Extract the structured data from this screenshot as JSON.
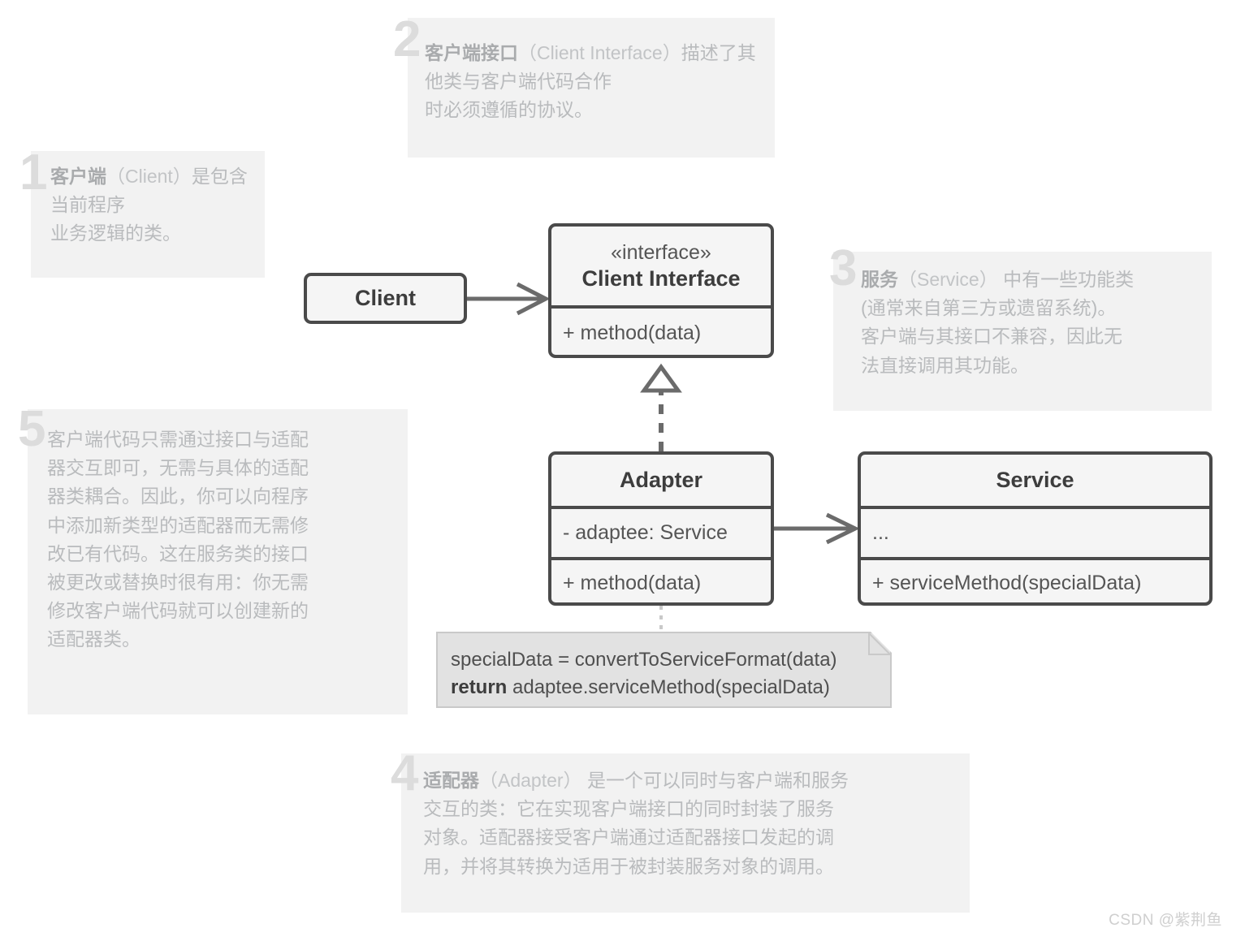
{
  "diagram": {
    "title": "Adapter Pattern UML Structure",
    "colors": {
      "box_border": "#4a4a4a",
      "box_fill": "#f5f5f5",
      "note_fill": "#e2e2e2",
      "annotation_fill": "#f2f2f2",
      "annotation_text": "#b9bbbd",
      "annotation_number": "#dcdcdc",
      "background": "#ffffff"
    }
  },
  "boxes": {
    "client": {
      "name": "Client"
    },
    "client_interface": {
      "stereotype": "«interface»",
      "name": "Client Interface",
      "members": [
        "+ method(data)"
      ]
    },
    "adapter": {
      "name": "Adapter",
      "members": [
        "- adaptee: Service",
        "+ method(data)"
      ]
    },
    "service": {
      "name": "Service",
      "members": [
        "...",
        "+ serviceMethod(specialData)"
      ]
    }
  },
  "code_note": {
    "line1": "specialData = convertToServiceFormat(data)",
    "line2_keyword": "return",
    "line2_rest": " adaptee.serviceMethod(specialData)"
  },
  "annotations": [
    {
      "number": "1",
      "title": "客户端",
      "title_en": "（Client）",
      "body": "是包含当前程序\n业务逻辑的类。"
    },
    {
      "number": "2",
      "title": "客户端接口",
      "title_en": "（Client Interface）",
      "body": "描述了其他类与客户端代码合作\n时必须遵循的协议。"
    },
    {
      "number": "3",
      "title": "服务",
      "title_en": "（Service）",
      "body": " 中有一些功能类\n(通常来自第三方或遗留系统)。\n客户端与其接口不兼容，因此无\n法直接调用其功能。"
    },
    {
      "number": "4",
      "title": "适配器",
      "title_en": "（Adapter）",
      "body": " 是一个可以同时与客户端和服务\n交互的类：它在实现客户端接口的同时封装了服务\n对象。适配器接受客户端通过适配器接口发起的调\n用，并将其转换为适用于被封装服务对象的调用。"
    },
    {
      "number": "5",
      "title": "",
      "title_en": "",
      "body": "客户端代码只需通过接口与适配\n器交互即可，无需与具体的适配\n器类耦合。因此，你可以向程序\n中添加新类型的适配器而无需修\n改已有代码。这在服务类的接口\n被更改或替换时很有用：你无需\n修改客户端代码就可以创建新的\n适配器类。"
    }
  ],
  "watermark": "CSDN @紫荆鱼"
}
